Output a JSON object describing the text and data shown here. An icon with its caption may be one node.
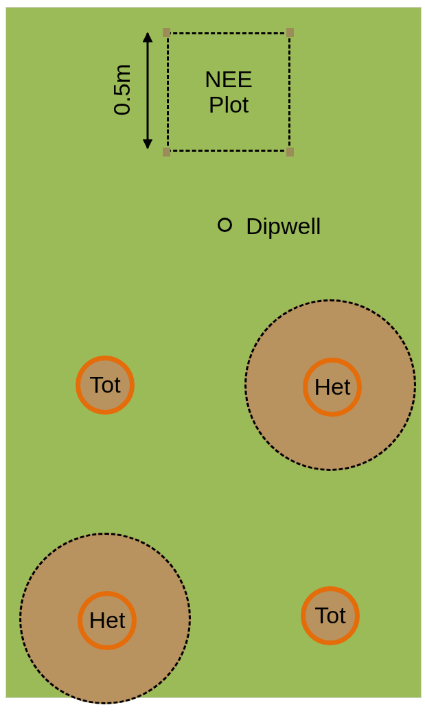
{
  "diagram": {
    "nodes": [
      {
        "text": [
          "NEE Plot"
        ]
      },
      {
        "text": [],
        "shape": "circle",
        "beside": [
          "Dipwell"
        ]
      },
      {
        "text": [
          "Tot"
        ]
      },
      {
        "text": [],
        "shape": "circle"
      },
      {
        "text": [
          "Het"
        ],
        "in": 3
      },
      {
        "text": [],
        "shape": "circle"
      },
      {
        "text": [
          "Het"
        ],
        "in": 5
      },
      {
        "text": [
          "Tot"
        ]
      }
    ],
    "labels": [
      "0.5m"
    ]
  }
}
